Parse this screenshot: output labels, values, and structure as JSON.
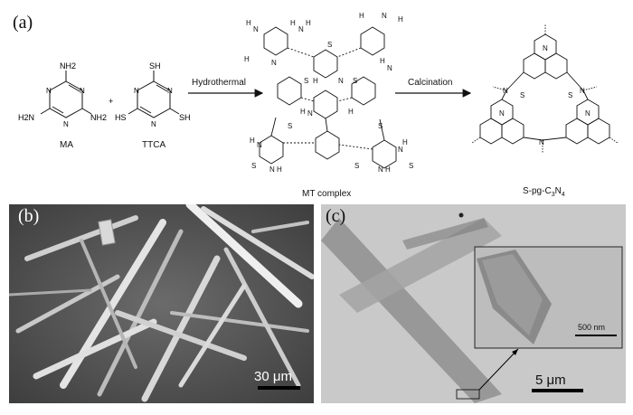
{
  "panel_a": {
    "label": "(a)",
    "ma_label": "MA",
    "ttca_label": "TTCA",
    "plus": "+",
    "arrow1_label": "Hydrothermal",
    "arrow2_label": "Calcination",
    "mt_label": "MT complex",
    "spg_label_main": "S-pg-C",
    "spg_sub1": "3",
    "spg_mid": "N",
    "spg_sub2": "4",
    "atom_N": "N",
    "atom_S": "S",
    "atom_H": "H",
    "group_NH2": "NH2",
    "group_H2N": "H2N",
    "group_SH": "SH",
    "group_HS": "HS"
  },
  "panel_b": {
    "label": "(b)",
    "scale_text": "30 μm"
  },
  "panel_c": {
    "label": "(c)",
    "scale_text": "5 μm",
    "inset_scale_text": "500 nm"
  }
}
